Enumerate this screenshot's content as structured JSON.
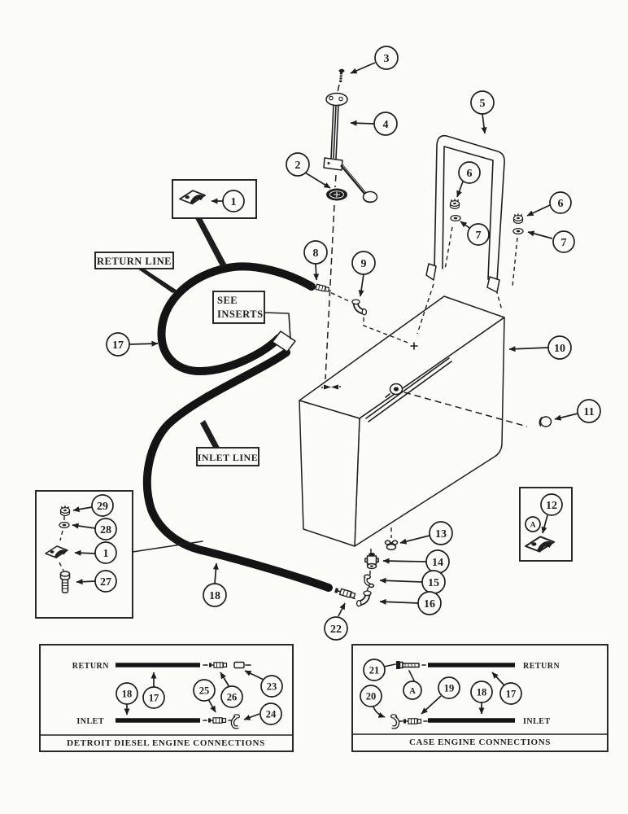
{
  "colors": {
    "ink": "#1e1e1e",
    "paper": "#fbfbf8",
    "hose": "#141414"
  },
  "numbers": {
    "1": "1",
    "2": "2",
    "3": "3",
    "4": "4",
    "5": "5",
    "6": "6",
    "7": "7",
    "8": "8",
    "9": "9",
    "10": "10",
    "11": "11",
    "12": "12",
    "13": "13",
    "14": "14",
    "15": "15",
    "16": "16",
    "17": "17",
    "18": "18",
    "19": "19",
    "20": "20",
    "21": "21",
    "22": "22",
    "23": "23",
    "24": "24",
    "25": "25",
    "26": "26",
    "27": "27",
    "28": "28",
    "29": "29",
    "A": "A"
  },
  "labels": {
    "return_line": "RETURN LINE",
    "inlet_line": "INLET LINE",
    "see_line1": "SEE",
    "see_line2": "INSERTS"
  },
  "insets": {
    "detroit": {
      "caption": "DETROIT DIESEL ENGINE CONNECTIONS",
      "return_label": "RETURN",
      "inlet_label": "INLET"
    },
    "case": {
      "caption": "CASE ENGINE CONNECTIONS",
      "return_label": "RETURN",
      "inlet_label": "INLET"
    }
  }
}
